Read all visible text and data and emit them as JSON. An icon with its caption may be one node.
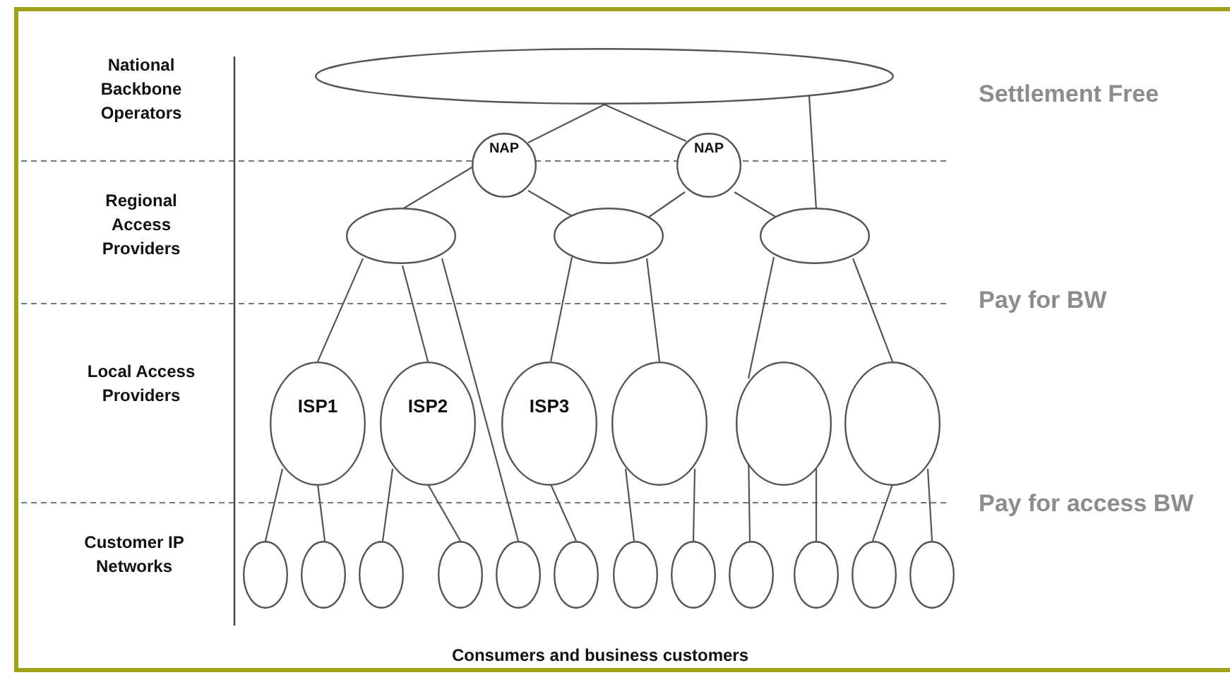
{
  "diagram": {
    "nodes": [
      {
        "text": [],
        "shape": "ellipse"
      },
      {
        "text": [
          "NAP"
        ]
      },
      {
        "text": [
          "NAP"
        ]
      },
      {
        "text": [],
        "shape": "ellipse"
      },
      {
        "text": [],
        "shape": "ellipse"
      },
      {
        "text": [],
        "shape": "ellipse"
      },
      {
        "text": [
          "ISP1"
        ]
      },
      {
        "text": [
          "ISP2"
        ]
      },
      {
        "text": [
          "ISP3"
        ]
      },
      {
        "text": [],
        "shape": "ellipse"
      },
      {
        "text": [],
        "shape": "ellipse"
      },
      {
        "text": [],
        "shape": "ellipse"
      },
      {
        "text": [],
        "shape": "ellipse"
      },
      {
        "text": [],
        "shape": "ellipse"
      },
      {
        "text": [],
        "shape": "ellipse"
      },
      {
        "text": [],
        "shape": "ellipse"
      },
      {
        "text": [],
        "shape": "ellipse"
      },
      {
        "text": [],
        "shape": "ellipse"
      },
      {
        "text": [],
        "shape": "ellipse"
      },
      {
        "text": [],
        "shape": "ellipse"
      },
      {
        "text": [],
        "shape": "ellipse"
      },
      {
        "text": [],
        "shape": "ellipse"
      },
      {
        "text": [],
        "shape": "ellipse"
      },
      {
        "text": [],
        "shape": "ellipse"
      }
    ],
    "edges": [
      {
        "from": 0,
        "to": 1,
        "arrow": "none"
      },
      {
        "from": 0,
        "to": 2,
        "arrow": "none"
      },
      {
        "from": 0,
        "to": 5,
        "arrow": "none"
      },
      {
        "from": 1,
        "to": 3,
        "arrow": "none"
      },
      {
        "from": 1,
        "to": 4,
        "arrow": "none"
      },
      {
        "from": 2,
        "to": 4,
        "arrow": "none"
      },
      {
        "from": 2,
        "to": 5,
        "arrow": "none"
      },
      {
        "from": 3,
        "to": 6,
        "arrow": "none"
      },
      {
        "from": 3,
        "to": 7,
        "arrow": "none"
      },
      {
        "from": 3,
        "to": 16,
        "arrow": "none"
      },
      {
        "from": 4,
        "to": 8,
        "arrow": "none"
      },
      {
        "from": 4,
        "to": 9,
        "arrow": "none"
      },
      {
        "from": 5,
        "to": 10,
        "arrow": "none"
      },
      {
        "from": 5,
        "to": 11,
        "arrow": "none"
      },
      {
        "from": 6,
        "to": 12,
        "arrow": "none"
      },
      {
        "from": 6,
        "to": 13,
        "arrow": "none"
      },
      {
        "from": 7,
        "to": 14,
        "arrow": "none"
      },
      {
        "from": 7,
        "to": 15,
        "arrow": "none"
      },
      {
        "from": 8,
        "to": 17,
        "arrow": "none"
      },
      {
        "from": 9,
        "to": 18,
        "arrow": "none"
      },
      {
        "from": 9,
        "to": 19,
        "arrow": "none"
      },
      {
        "from": 10,
        "to": 20,
        "arrow": "none"
      },
      {
        "from": 10,
        "to": 21,
        "arrow": "none"
      },
      {
        "from": 11,
        "to": 22,
        "arrow": "none"
      },
      {
        "from": 11,
        "to": 23,
        "arrow": "none"
      }
    ],
    "labels": [
      "National Backbone Operators",
      "Settlement Free",
      "Regional Access Providers",
      "Pay for BW",
      "Local Access Providers",
      "Pay for access BW",
      "Customer IP Networks",
      "Consumers and business customers"
    ]
  }
}
